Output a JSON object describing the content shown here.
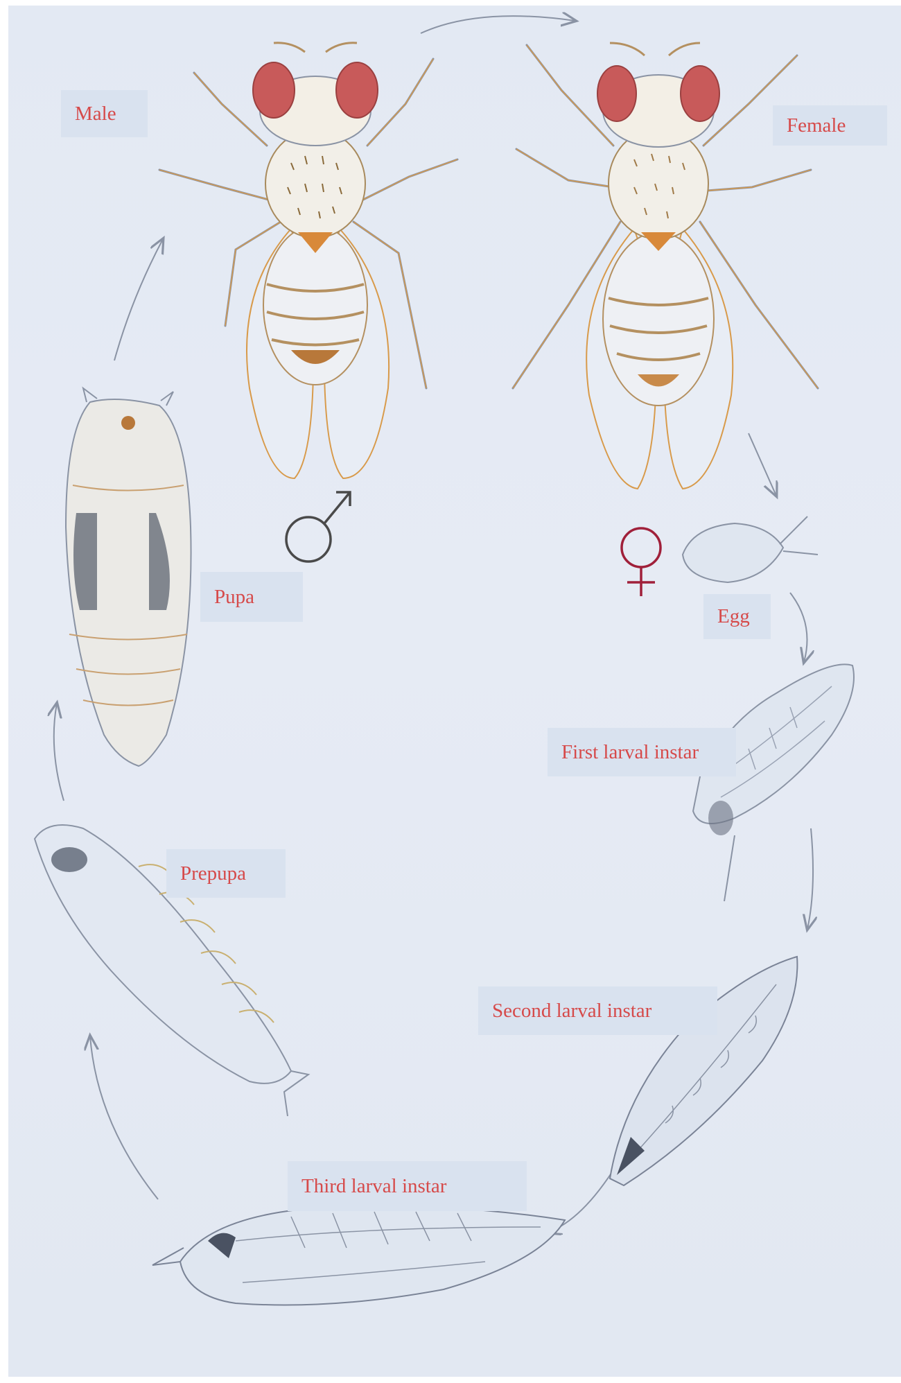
{
  "diagram": {
    "stages": {
      "male": "Male",
      "female": "Female",
      "egg": "Egg",
      "first_larval_instar": "First larval instar",
      "second_larval_instar": "Second larval instar",
      "third_larval_instar": "Third larval instar",
      "prepupa": "Prepupa",
      "pupa": "Pupa"
    },
    "symbols": {
      "male": "male-symbol-icon",
      "female": "female-symbol-icon"
    },
    "colors": {
      "label_text": "#d64a4a",
      "label_background": "#d9e2ef",
      "paper": "#e4e9f3",
      "pencil_gray": "#8a93a4",
      "eye_red": "#c85a5a",
      "body_orange": "#d89a4a"
    }
  }
}
